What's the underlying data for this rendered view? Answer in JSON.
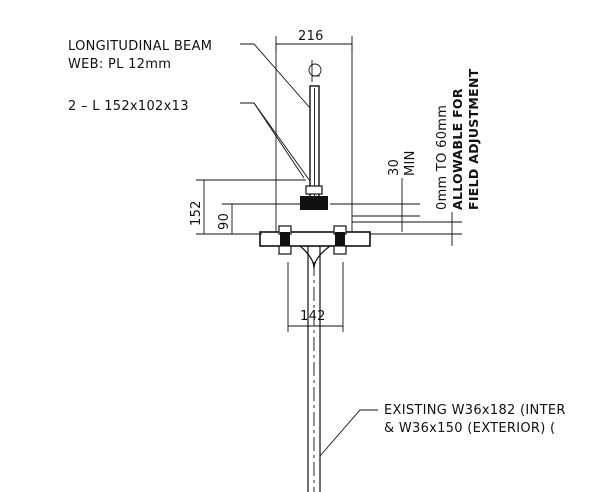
{
  "labels": {
    "beam_line1": "LONGITUDINAL BEAM",
    "beam_line2": "WEB: PL 12mm",
    "angles": "2 – L 152x102x13",
    "dim_top": "216",
    "dim_bottom": "142",
    "dim_152": "152",
    "dim_90": "90",
    "dim_30": "30",
    "dim_min": "MIN",
    "adjust_line1": "0mm TO 60mm",
    "adjust_line2": "ALLOWABLE FOR",
    "adjust_line3": "FIELD ADJUSTMENT",
    "existing_line1": "EXISTING W36x182 (INTER",
    "existing_line2": "& W36x150 (EXTERIOR) ("
  }
}
